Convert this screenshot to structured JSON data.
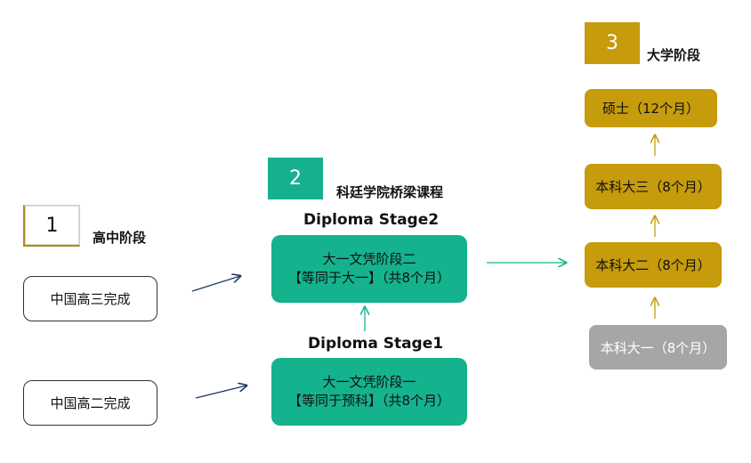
{
  "stage1": {
    "number": "1",
    "title": "高中阶段",
    "items": [
      "中国高三完成",
      "中国高二完成"
    ]
  },
  "stage2": {
    "number": "2",
    "title": "科廷学院桥梁课程",
    "upper": {
      "title": "Diploma Stage2",
      "line1": "大一文凭阶段二",
      "line2": "【等同于大一】（共8个月）"
    },
    "lower": {
      "title": "Diploma Stage1",
      "line1": "大一文凭阶段一",
      "line2": "【等同于预科】（共8个月）"
    }
  },
  "stage3": {
    "number": "3",
    "title": "大学阶段",
    "items": [
      "硕士（12个月）",
      "本科大三（8个月）",
      "本科大二（8个月）",
      "本科大一（8个月）"
    ]
  },
  "colors": {
    "teal": "#15b28e",
    "gold": "#c69b0c",
    "grey": "#a6a6a6",
    "navy_arrow": "#1f3864"
  }
}
